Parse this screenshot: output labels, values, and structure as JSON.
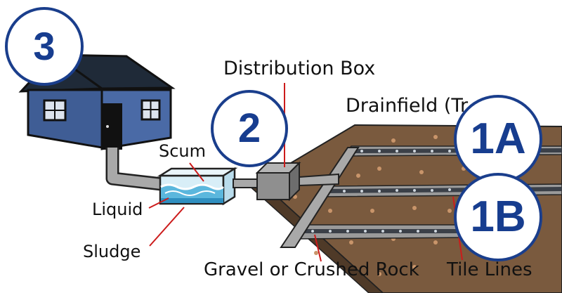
{
  "badges": {
    "house": "3",
    "box": "2",
    "upper_trench": "1A",
    "lower_trench": "1B"
  },
  "labels": {
    "distribution_box": "Distribution Box",
    "drainfield": "Drainfield (Tr",
    "scum": "Scum",
    "liquid": "Liquid",
    "sludge": "Sludge",
    "gravel": "Gravel or Crushed Rock",
    "tile_lines": "Tile Lines"
  },
  "colors": {
    "badge_blue": "#173d8f",
    "house_blue": "#3f5d95",
    "roof": "#1f2a38",
    "water": "#5bb7dd",
    "soil": "#7a5a3e",
    "pointer_red": "#cc1b1b"
  }
}
